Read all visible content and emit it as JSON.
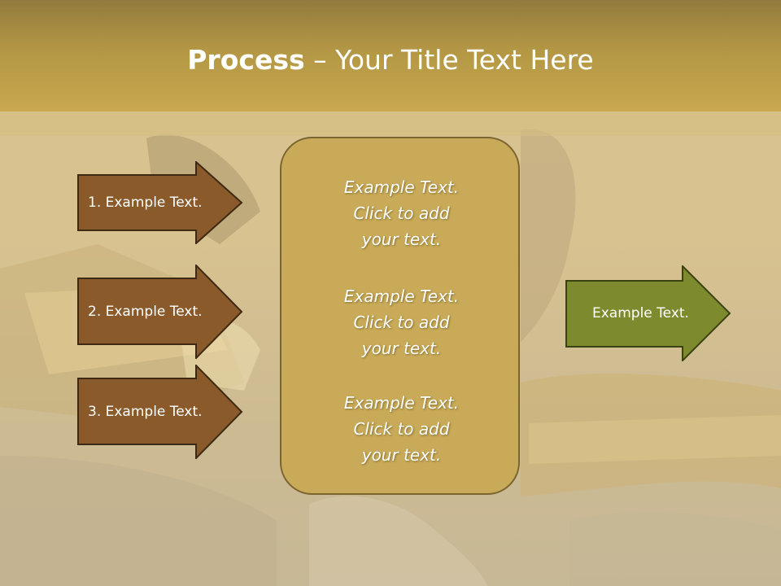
{
  "slide": {
    "title_bold": "Process",
    "title_rest": " – Your Title Text Here"
  },
  "left_arrows": [
    {
      "label": "1. Example Text."
    },
    {
      "label": "2. Example Text."
    },
    {
      "label": "3. Example Text."
    }
  ],
  "center_blocks": [
    {
      "line1": "Example Text.",
      "line2": "Click  to add",
      "line3": "your text."
    },
    {
      "line1": "Example Text.",
      "line2": "Click  to add",
      "line3": "your text."
    },
    {
      "line1": "Example Text.",
      "line2": "Click  to add",
      "line3": "your text."
    }
  ],
  "right_arrow": {
    "label": "Example Text."
  },
  "colors": {
    "left_arrow_fill": "#8b5a2b",
    "right_arrow_fill": "#7e8a2e",
    "center_box_fill": "#c8a854",
    "title_band": "#b39744"
  }
}
